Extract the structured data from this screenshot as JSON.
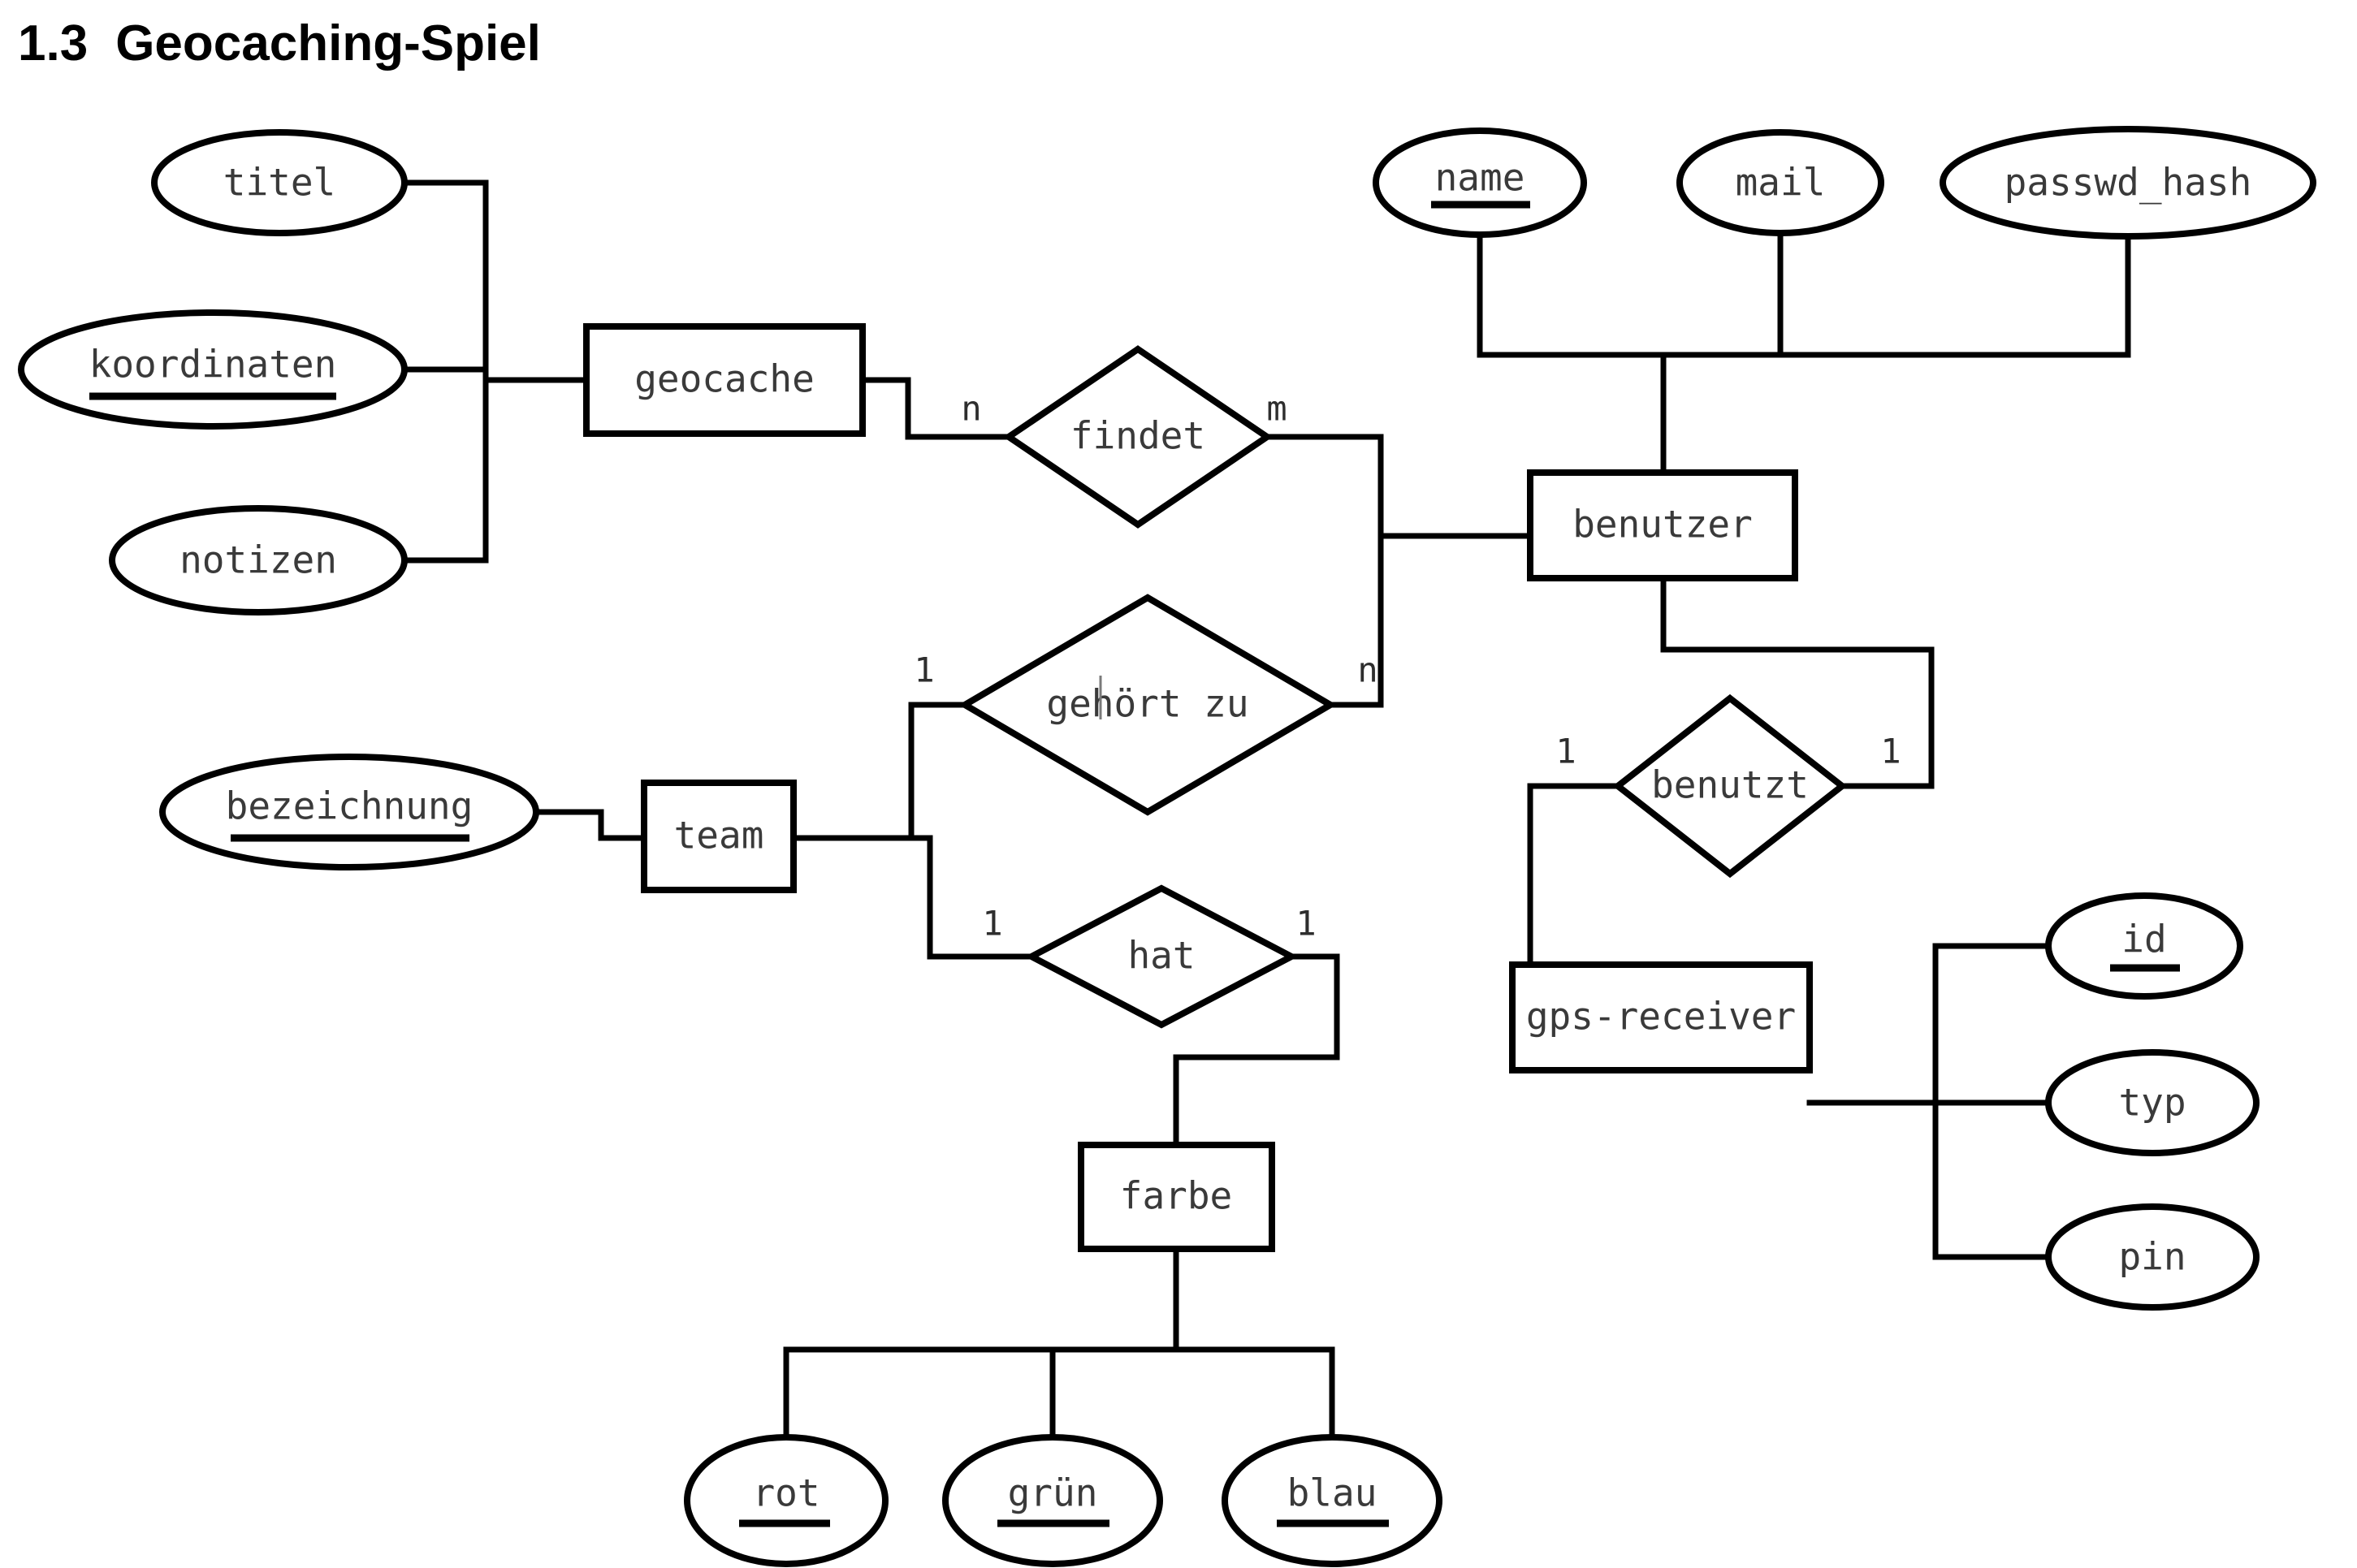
{
  "heading": {
    "number": "1.3",
    "text": "Geocaching-Spiel"
  },
  "diagram": {
    "type": "entity-relationship-diagram",
    "notation": "chen",
    "entities": [
      {
        "id": "geocache",
        "label": "geocache"
      },
      {
        "id": "benutzer",
        "label": "benutzer"
      },
      {
        "id": "team",
        "label": "team"
      },
      {
        "id": "farbe",
        "label": "farbe"
      },
      {
        "id": "gps-receiver",
        "label": "gps-receiver"
      }
    ],
    "relationships": [
      {
        "id": "findet",
        "label": "findet",
        "left_cardinality": "n",
        "right_cardinality": "m"
      },
      {
        "id": "gehoert-zu",
        "label": "gehört zu",
        "left_cardinality": "1",
        "right_cardinality": "n"
      },
      {
        "id": "hat",
        "label": "hat",
        "left_cardinality": "1",
        "right_cardinality": "1"
      },
      {
        "id": "benutzt",
        "label": "benutzt",
        "left_cardinality": "1",
        "right_cardinality": "1"
      }
    ],
    "attributes": [
      {
        "id": "titel",
        "label": "titel",
        "key": false,
        "owner": "geocache"
      },
      {
        "id": "koordinaten",
        "label": "koordinaten",
        "key": true,
        "owner": "geocache"
      },
      {
        "id": "notizen",
        "label": "notizen",
        "key": false,
        "owner": "geocache"
      },
      {
        "id": "name",
        "label": "name",
        "key": true,
        "owner": "benutzer"
      },
      {
        "id": "mail",
        "label": "mail",
        "key": false,
        "owner": "benutzer"
      },
      {
        "id": "passwd_hash",
        "label": "passwd_hash",
        "key": false,
        "owner": "benutzer"
      },
      {
        "id": "bezeichnung",
        "label": "bezeichnung",
        "key": true,
        "owner": "team"
      },
      {
        "id": "rot",
        "label": "rot",
        "key": true,
        "owner": "farbe"
      },
      {
        "id": "gruen",
        "label": "grün",
        "key": true,
        "owner": "farbe"
      },
      {
        "id": "blau",
        "label": "blau",
        "key": true,
        "owner": "farbe"
      },
      {
        "id": "id",
        "label": "id",
        "key": true,
        "owner": "gps-receiver"
      },
      {
        "id": "typ",
        "label": "typ",
        "key": false,
        "owner": "gps-receiver"
      },
      {
        "id": "pin",
        "label": "pin",
        "key": false,
        "owner": "gps-receiver"
      }
    ],
    "cardinality_labels": {
      "findet_left": "n",
      "findet_right": "m",
      "gehoert_zu_left": "1",
      "gehoert_zu_right": "n",
      "hat_left": "1",
      "hat_right": "1",
      "benutzt_left": "1",
      "benutzt_right": "1"
    },
    "colors": {
      "background": "#ffffff",
      "stroke": "#000000",
      "text": "#3a3a3a"
    }
  }
}
